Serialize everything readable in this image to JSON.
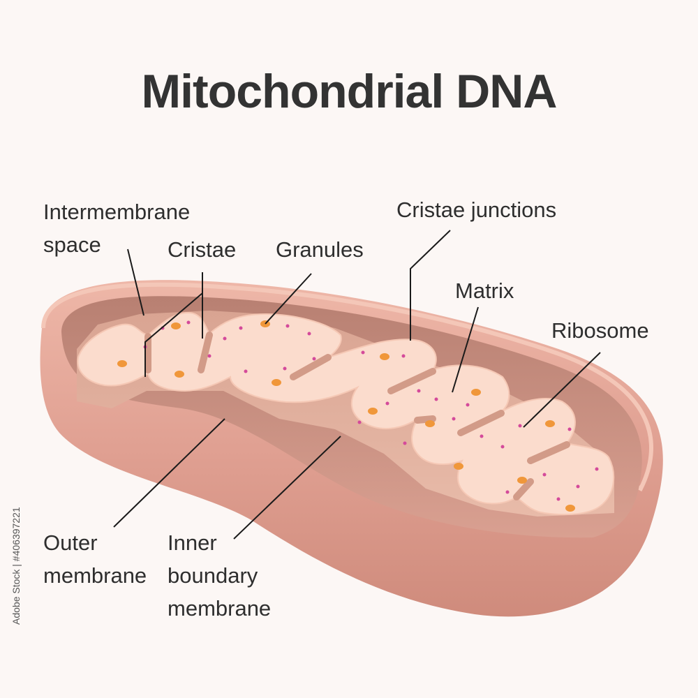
{
  "title": "Mitochondrial DNA",
  "labels": {
    "intermembrane_space": [
      "Intermembrane",
      "space"
    ],
    "cristae": "Cristae",
    "granules": "Granules",
    "cristae_junctions": "Cristae junctions",
    "matrix": "Matrix",
    "ribosome": "Ribosome",
    "outer_membrane": [
      "Outer",
      "membrane"
    ],
    "inner_boundary_membrane": [
      "Inner",
      "boundary",
      "membrane"
    ]
  },
  "stock_id": "Adobe Stock | #406397221",
  "colors": {
    "background": "#fcf7f5",
    "outer_membrane": "#e0a496",
    "matrix": "#fbdccd",
    "granule": "#f0973a",
    "ribosome": "#d44a9a",
    "leader_line": "#1a1a1a"
  }
}
